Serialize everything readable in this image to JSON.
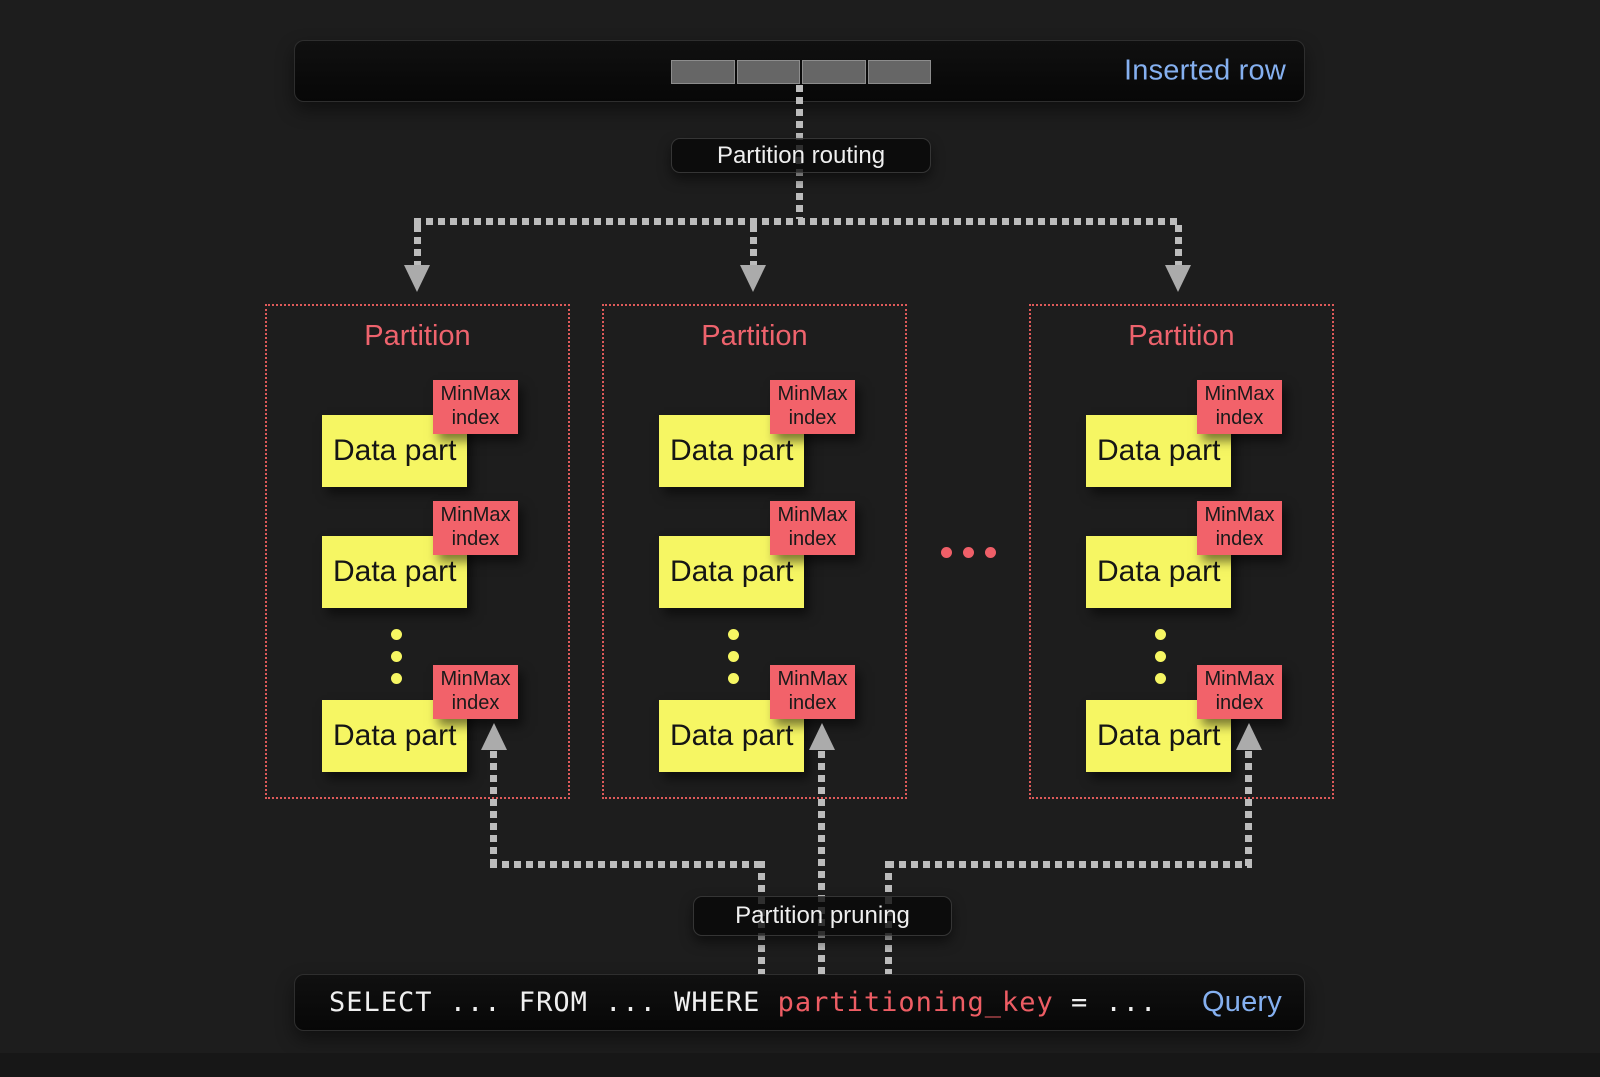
{
  "inserted_row_bar": {
    "label": "Inserted row",
    "segment_count": 4
  },
  "flow_labels": {
    "routing": "Partition routing",
    "pruning": "Partition pruning"
  },
  "partitions": [
    {
      "title": "Partition"
    },
    {
      "title": "Partition"
    },
    {
      "title": "Partition"
    }
  ],
  "part_labels": {
    "data_part": "Data part",
    "minmax_index": "MinMax index"
  },
  "ellipsis_between_partitions": "...",
  "query_bar": {
    "sql_prefix": "SELECT ... FROM ... WHERE ",
    "sql_keyword": "partitioning_key",
    "sql_suffix": " = ...",
    "label": "Query"
  },
  "colors": {
    "background": "#1d1d1d",
    "accent_blue": "#85b0f0",
    "salmon_red": "#f2626a",
    "part_yellow": "#f6f663",
    "dash_gray": "#bcbcbc",
    "bar_black": "#0a0a0a"
  }
}
